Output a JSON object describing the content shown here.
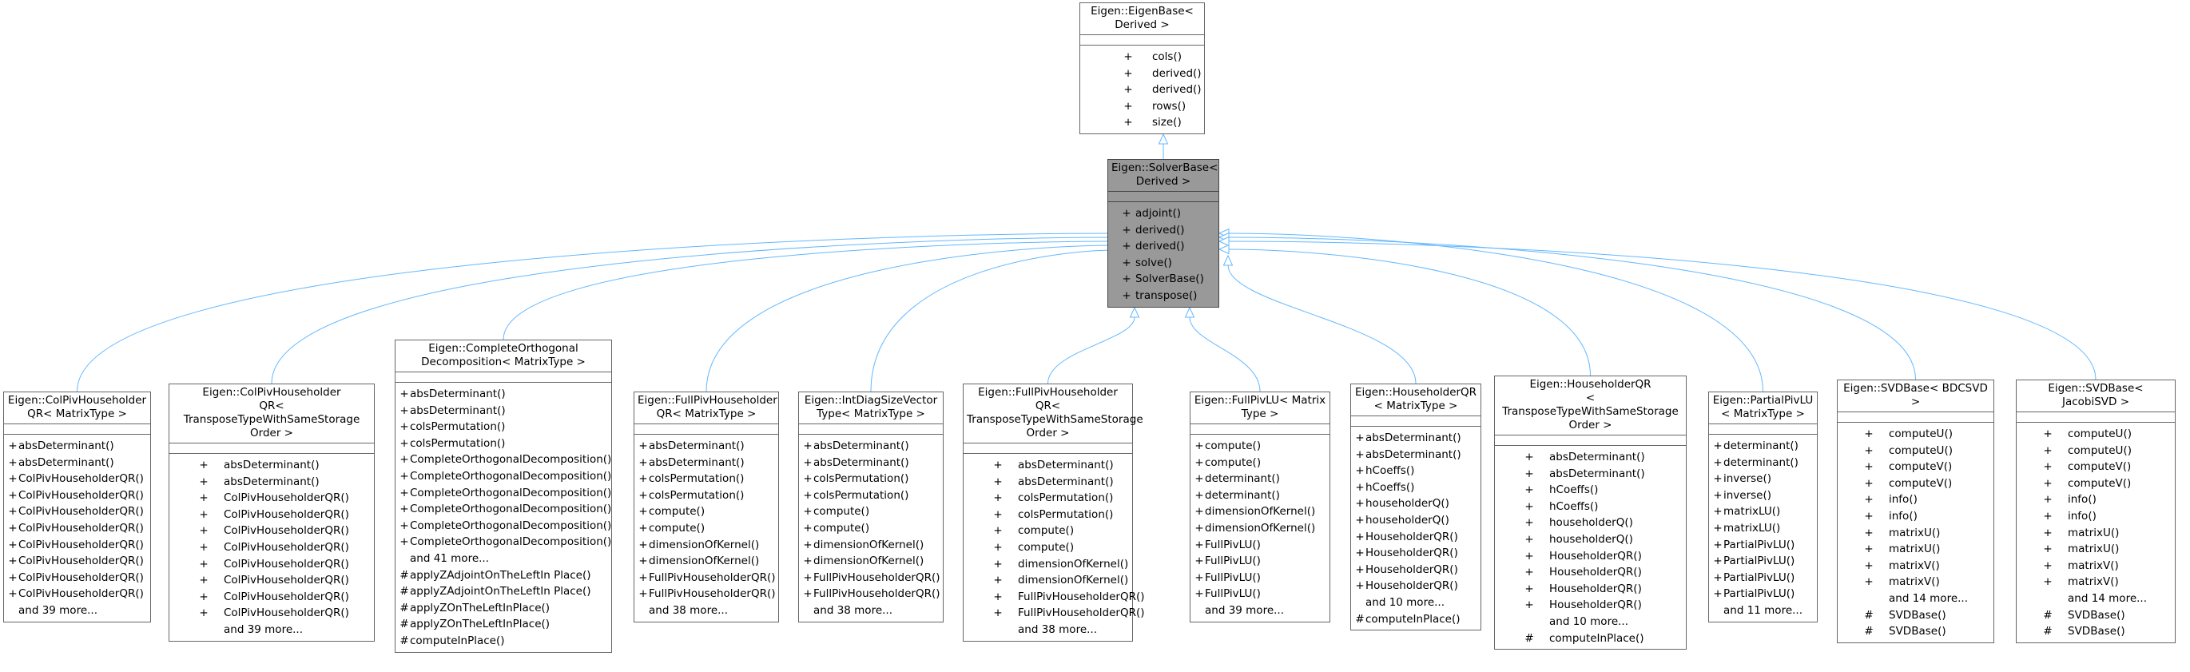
{
  "nodes": {
    "eigenbase": {
      "title": [
        "Eigen::EigenBase< Derived >"
      ],
      "members": [
        [
          "+",
          "cols()"
        ],
        [
          "+",
          "derived()"
        ],
        [
          "+",
          "derived()"
        ],
        [
          "+",
          "rows()"
        ],
        [
          "+",
          "size()"
        ]
      ],
      "more": ""
    },
    "solverbase": {
      "title": [
        "Eigen::SolverBase<",
        "Derived >"
      ],
      "members": [
        [
          "+",
          "adjoint()"
        ],
        [
          "+",
          "derived()"
        ],
        [
          "+",
          "derived()"
        ],
        [
          "+",
          "solve()"
        ],
        [
          "+",
          "SolverBase()"
        ],
        [
          "+",
          "transpose()"
        ]
      ],
      "more": ""
    },
    "colpivqr": {
      "title": [
        "Eigen::ColPivHouseholder",
        "QR< MatrixType >"
      ],
      "members": [
        [
          "+",
          "absDeterminant()"
        ],
        [
          "+",
          "absDeterminant()"
        ],
        [
          "+",
          "ColPivHouseholderQR()"
        ],
        [
          "+",
          "ColPivHouseholderQR()"
        ],
        [
          "+",
          "ColPivHouseholderQR()"
        ],
        [
          "+",
          "ColPivHouseholderQR()"
        ],
        [
          "+",
          "ColPivHouseholderQR()"
        ],
        [
          "+",
          "ColPivHouseholderQR()"
        ],
        [
          "+",
          "ColPivHouseholderQR()"
        ],
        [
          "+",
          "ColPivHouseholderQR()"
        ]
      ],
      "more": "and 39 more..."
    },
    "colpivqrt": {
      "title": [
        "Eigen::ColPivHouseholder",
        "QR< TransposeTypeWithSameStorage",
        "Order >"
      ],
      "members": [
        [
          "+",
          "absDeterminant()"
        ],
        [
          "+",
          "absDeterminant()"
        ],
        [
          "+",
          "ColPivHouseholderQR()"
        ],
        [
          "+",
          "ColPivHouseholderQR()"
        ],
        [
          "+",
          "ColPivHouseholderQR()"
        ],
        [
          "+",
          "ColPivHouseholderQR()"
        ],
        [
          "+",
          "ColPivHouseholderQR()"
        ],
        [
          "+",
          "ColPivHouseholderQR()"
        ],
        [
          "+",
          "ColPivHouseholderQR()"
        ],
        [
          "+",
          "ColPivHouseholderQR()"
        ]
      ],
      "more": "and 39 more..."
    },
    "cod": {
      "title": [
        "Eigen::CompleteOrthogonal",
        "Decomposition< MatrixType >"
      ],
      "members": [
        [
          "+",
          "absDeterminant()"
        ],
        [
          "+",
          "absDeterminant()"
        ],
        [
          "+",
          "colsPermutation()"
        ],
        [
          "+",
          "colsPermutation()"
        ],
        [
          "+",
          "CompleteOrthogonalDecomposition()"
        ],
        [
          "+",
          "CompleteOrthogonalDecomposition()"
        ],
        [
          "+",
          "CompleteOrthogonalDecomposition()"
        ],
        [
          "+",
          "CompleteOrthogonalDecomposition()"
        ],
        [
          "+",
          "CompleteOrthogonalDecomposition()"
        ],
        [
          "+",
          "CompleteOrthogonalDecomposition()"
        ]
      ],
      "more": "and 41 more...",
      "protected": [
        [
          "#",
          "applyZAdjointOnTheLeftIn Place()"
        ],
        [
          "#",
          "applyZAdjointOnTheLeftIn Place()"
        ],
        [
          "#",
          "applyZOnTheLeftInPlace()"
        ],
        [
          "#",
          "applyZOnTheLeftInPlace()"
        ],
        [
          "#",
          "computeInPlace()"
        ]
      ]
    },
    "fullpivqr": {
      "title": [
        "Eigen::FullPivHouseholder",
        "QR< MatrixType >"
      ],
      "members": [
        [
          "+",
          "absDeterminant()"
        ],
        [
          "+",
          "absDeterminant()"
        ],
        [
          "+",
          "colsPermutation()"
        ],
        [
          "+",
          "colsPermutation()"
        ],
        [
          "+",
          "compute()"
        ],
        [
          "+",
          "compute()"
        ],
        [
          "+",
          "dimensionOfKernel()"
        ],
        [
          "+",
          "dimensionOfKernel()"
        ],
        [
          "+",
          "FullPivHouseholderQR()"
        ],
        [
          "+",
          "FullPivHouseholderQR()"
        ]
      ],
      "more": "and 38 more..."
    },
    "intdiag": {
      "title": [
        "Eigen::IntDiagSizeVector",
        "Type< MatrixType >"
      ],
      "members": [
        [
          "+",
          "absDeterminant()"
        ],
        [
          "+",
          "absDeterminant()"
        ],
        [
          "+",
          "colsPermutation()"
        ],
        [
          "+",
          "colsPermutation()"
        ],
        [
          "+",
          "compute()"
        ],
        [
          "+",
          "compute()"
        ],
        [
          "+",
          "dimensionOfKernel()"
        ],
        [
          "+",
          "dimensionOfKernel()"
        ],
        [
          "+",
          "FullPivHouseholderQR()"
        ],
        [
          "+",
          "FullPivHouseholderQR()"
        ]
      ],
      "more": "and 38 more..."
    },
    "fullpivqrt": {
      "title": [
        "Eigen::FullPivHouseholder",
        "QR< TransposeTypeWithSameStorage",
        "Order >"
      ],
      "members": [
        [
          "+",
          "absDeterminant()"
        ],
        [
          "+",
          "absDeterminant()"
        ],
        [
          "+",
          "colsPermutation()"
        ],
        [
          "+",
          "colsPermutation()"
        ],
        [
          "+",
          "compute()"
        ],
        [
          "+",
          "compute()"
        ],
        [
          "+",
          "dimensionOfKernel()"
        ],
        [
          "+",
          "dimensionOfKernel()"
        ],
        [
          "+",
          "FullPivHouseholderQR()"
        ],
        [
          "+",
          "FullPivHouseholderQR()"
        ]
      ],
      "more": "and 38 more..."
    },
    "fullpivlu": {
      "title": [
        "Eigen::FullPivLU< Matrix",
        "Type >"
      ],
      "members": [
        [
          "+",
          "compute()"
        ],
        [
          "+",
          "compute()"
        ],
        [
          "+",
          "determinant()"
        ],
        [
          "+",
          "determinant()"
        ],
        [
          "+",
          "dimensionOfKernel()"
        ],
        [
          "+",
          "dimensionOfKernel()"
        ],
        [
          "+",
          "FullPivLU()"
        ],
        [
          "+",
          "FullPivLU()"
        ],
        [
          "+",
          "FullPivLU()"
        ],
        [
          "+",
          "FullPivLU()"
        ]
      ],
      "more": "and 39 more..."
    },
    "hhqr": {
      "title": [
        "Eigen::HouseholderQR",
        "< MatrixType >"
      ],
      "members": [
        [
          "+",
          "absDeterminant()"
        ],
        [
          "+",
          "absDeterminant()"
        ],
        [
          "+",
          "hCoeffs()"
        ],
        [
          "+",
          "hCoeffs()"
        ],
        [
          "+",
          "householderQ()"
        ],
        [
          "+",
          "householderQ()"
        ],
        [
          "+",
          "HouseholderQR()"
        ],
        [
          "+",
          "HouseholderQR()"
        ],
        [
          "+",
          "HouseholderQR()"
        ],
        [
          "+",
          "HouseholderQR()"
        ]
      ],
      "more": "and 10 more...",
      "protected": [
        [
          "#",
          "computeInPlace()"
        ]
      ]
    },
    "hhqrt": {
      "title": [
        "Eigen::HouseholderQR",
        "< TransposeTypeWithSameStorage",
        "Order >"
      ],
      "members": [
        [
          "+",
          "absDeterminant()"
        ],
        [
          "+",
          "absDeterminant()"
        ],
        [
          "+",
          "hCoeffs()"
        ],
        [
          "+",
          "hCoeffs()"
        ],
        [
          "+",
          "householderQ()"
        ],
        [
          "+",
          "householderQ()"
        ],
        [
          "+",
          "HouseholderQR()"
        ],
        [
          "+",
          "HouseholderQR()"
        ],
        [
          "+",
          "HouseholderQR()"
        ],
        [
          "+",
          "HouseholderQR()"
        ]
      ],
      "more": "and 10 more...",
      "protected": [
        [
          "#",
          "computeInPlace()"
        ]
      ]
    },
    "partialpivlu": {
      "title": [
        "Eigen::PartialPivLU",
        "< MatrixType >"
      ],
      "members": [
        [
          "+",
          "determinant()"
        ],
        [
          "+",
          "determinant()"
        ],
        [
          "+",
          "inverse()"
        ],
        [
          "+",
          "inverse()"
        ],
        [
          "+",
          "matrixLU()"
        ],
        [
          "+",
          "matrixLU()"
        ],
        [
          "+",
          "PartialPivLU()"
        ],
        [
          "+",
          "PartialPivLU()"
        ],
        [
          "+",
          "PartialPivLU()"
        ],
        [
          "+",
          "PartialPivLU()"
        ]
      ],
      "more": "and 11 more..."
    },
    "svdbdc": {
      "title": [
        "Eigen::SVDBase< BDCSVD >"
      ],
      "members": [
        [
          "+",
          "computeU()"
        ],
        [
          "+",
          "computeU()"
        ],
        [
          "+",
          "computeV()"
        ],
        [
          "+",
          "computeV()"
        ],
        [
          "+",
          "info()"
        ],
        [
          "+",
          "info()"
        ],
        [
          "+",
          "matrixU()"
        ],
        [
          "+",
          "matrixU()"
        ],
        [
          "+",
          "matrixV()"
        ],
        [
          "+",
          "matrixV()"
        ]
      ],
      "more": "and 14 more...",
      "protected": [
        [
          "#",
          "SVDBase()"
        ],
        [
          "#",
          "SVDBase()"
        ]
      ]
    },
    "svdjac": {
      "title": [
        "Eigen::SVDBase< JacobiSVD >"
      ],
      "members": [
        [
          "+",
          "computeU()"
        ],
        [
          "+",
          "computeU()"
        ],
        [
          "+",
          "computeV()"
        ],
        [
          "+",
          "computeV()"
        ],
        [
          "+",
          "info()"
        ],
        [
          "+",
          "info()"
        ],
        [
          "+",
          "matrixU()"
        ],
        [
          "+",
          "matrixU()"
        ],
        [
          "+",
          "matrixV()"
        ],
        [
          "+",
          "matrixV()"
        ]
      ],
      "more": "and 14 more...",
      "protected": [
        [
          "#",
          "SVDBase()"
        ],
        [
          "#",
          "SVDBase()"
        ]
      ]
    }
  },
  "colors": {
    "edge": "#63b8ff",
    "highlight_fill": "#999999",
    "border": "#666666"
  }
}
